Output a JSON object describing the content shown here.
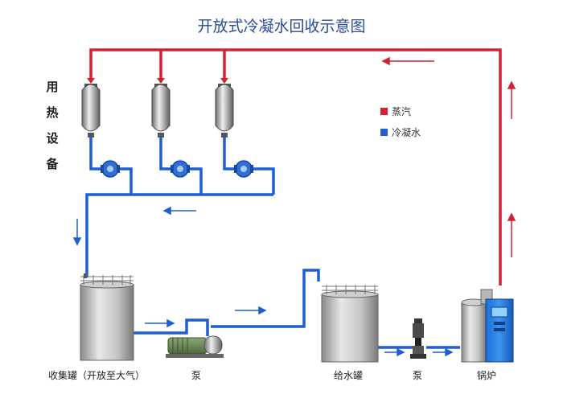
{
  "title": "开放式冷凝水回收示意图",
  "side_label": "用热设备",
  "legend": {
    "steam": {
      "label": "蒸汽",
      "color": "#d42030"
    },
    "condensate": {
      "label": "冷凝水",
      "color": "#1f5fd0"
    }
  },
  "labels": {
    "collection_tank": "收集罐（开放至大气）",
    "pump_1": "泵",
    "feed_tank": "给水罐",
    "pump_2": "泵",
    "boiler": "锅炉"
  }
}
